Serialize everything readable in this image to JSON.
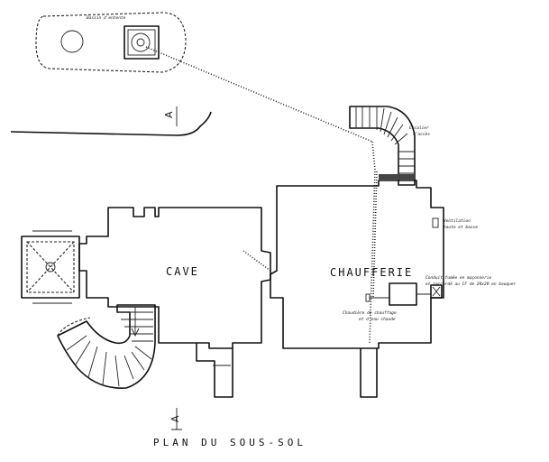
{
  "plan": {
    "title": "PLAN DU SOUS-SOL",
    "rooms": {
      "cave": "CAVE",
      "chaufferie": "CHAUFFERIE"
    },
    "annotations": {
      "top_tank": "Bassin d'entente",
      "stair_top": "Escalier",
      "stair_top_sub": "d'accès",
      "ventilation": "Ventilation",
      "ventilation_sub": "haute et basse",
      "boiler_note_1": "Conduit fumée en maçonnerie",
      "boiler_note_2": "et raccordé au CF de 20x20 en bauquer",
      "heater_note_1": "Chaudière de chauffage",
      "heater_note_2": "et d'eau chaude"
    },
    "section_marker": "A",
    "colors": {
      "ink": "#111111",
      "paper": "#ffffff"
    }
  }
}
